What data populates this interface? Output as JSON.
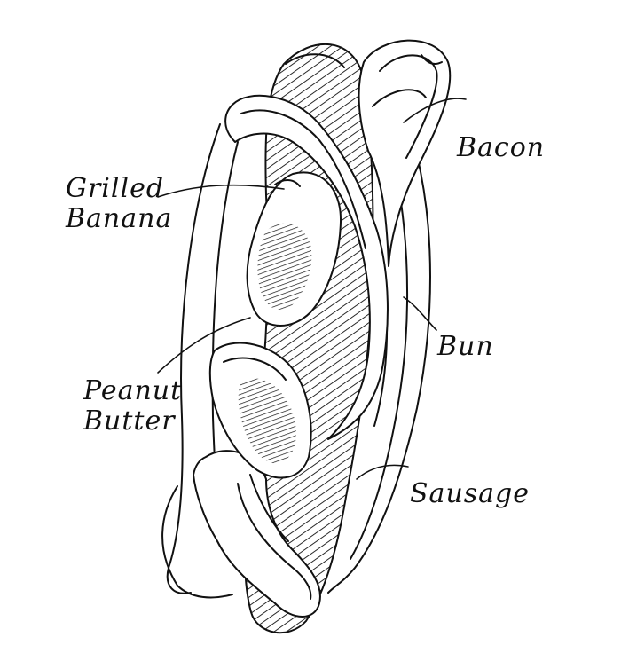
{
  "colors": {
    "ink": "#111111",
    "paper": "#ffffff"
  },
  "labels": {
    "bacon": "Bacon",
    "grilled_banana": "Grilled\nBanana",
    "bun": "Bun",
    "peanut_butter": "Peanut\nButter",
    "sausage": "Sausage"
  }
}
